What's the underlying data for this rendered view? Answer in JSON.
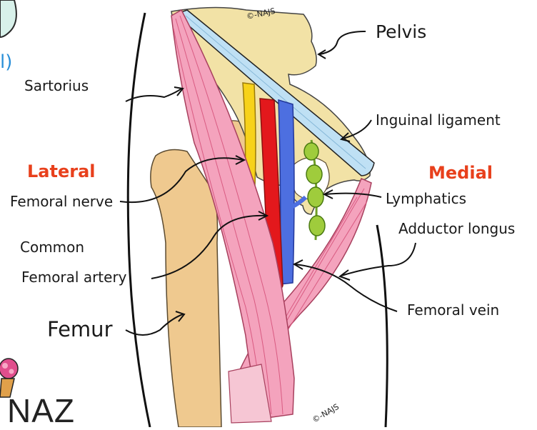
{
  "labels": {
    "pelvis": "Pelvis",
    "sartorius": "Sartorius",
    "inguinal_ligament": "Inguinal ligament",
    "lateral": "Lateral",
    "medial": "Medial",
    "femoral_nerve": "Femoral nerve",
    "lymphatics": "Lymphatics",
    "adductor_longus": "Adductor longus",
    "common": "Common",
    "femoral_artery": "Femoral artery",
    "femoral_vein": "Femoral vein",
    "femur": "Femur"
  },
  "signature_mark": "©-NAJS",
  "brand_text": "NAZ",
  "corner_fragment": "l)",
  "colors": {
    "lateral_text": "#e8401c",
    "medial_text": "#e8401c",
    "bone": "#f2e2a6",
    "femur_bone": "#efc98f",
    "muscle": "#f4a3bd",
    "muscle_stripe": "#d95b82",
    "ligament": "#bfe0f4",
    "nerve": "#f7d21a",
    "artery": "#e3181c",
    "vein": "#4d6fe0",
    "lymphatics": "#9fcc3c",
    "outline": "#1b1b1b"
  }
}
